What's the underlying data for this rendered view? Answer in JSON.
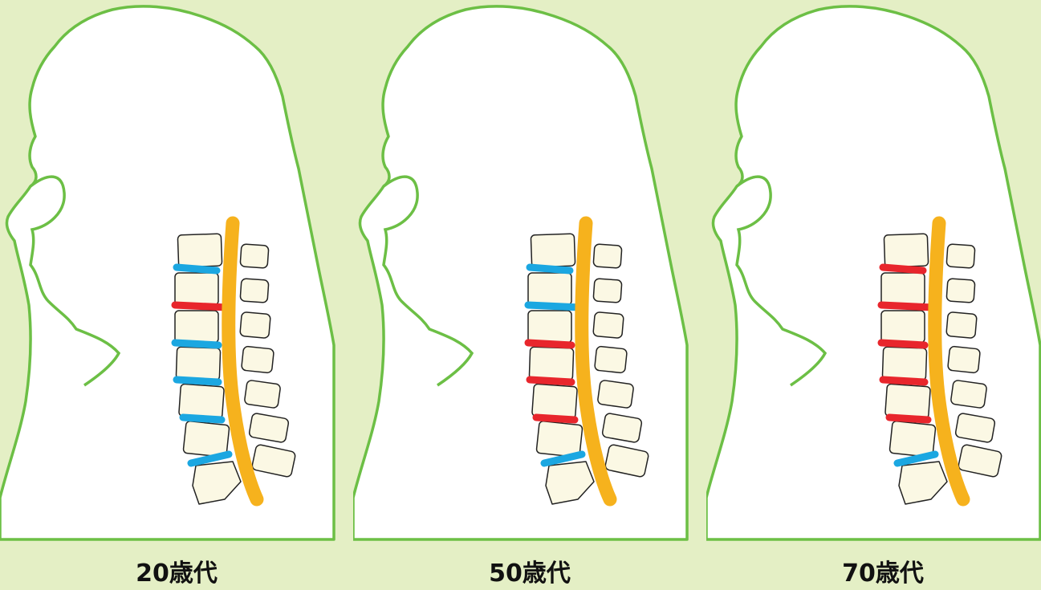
{
  "figure": {
    "panels": [
      {
        "age_label": "20歳代",
        "disc_states": [
          "normal",
          "narrow",
          "normal",
          "normal",
          "normal",
          "normal"
        ]
      },
      {
        "age_label": "50歳代",
        "disc_states": [
          "normal",
          "normal",
          "narrow",
          "narrow",
          "narrow",
          "normal"
        ]
      },
      {
        "age_label": "70歳代",
        "disc_states": [
          "narrow",
          "narrow",
          "narrow",
          "narrow",
          "narrow",
          "normal"
        ]
      }
    ]
  },
  "colors": {
    "background": "#e4efc5",
    "silhouette_fill": "#ffffff",
    "silhouette_outline": "#6cbf45",
    "vertebra_fill": "#fbf8e4",
    "spinal_cord": "#f6b21d",
    "disc_normal": "#1ba7e1",
    "disc_narrow": "#e8262c"
  }
}
